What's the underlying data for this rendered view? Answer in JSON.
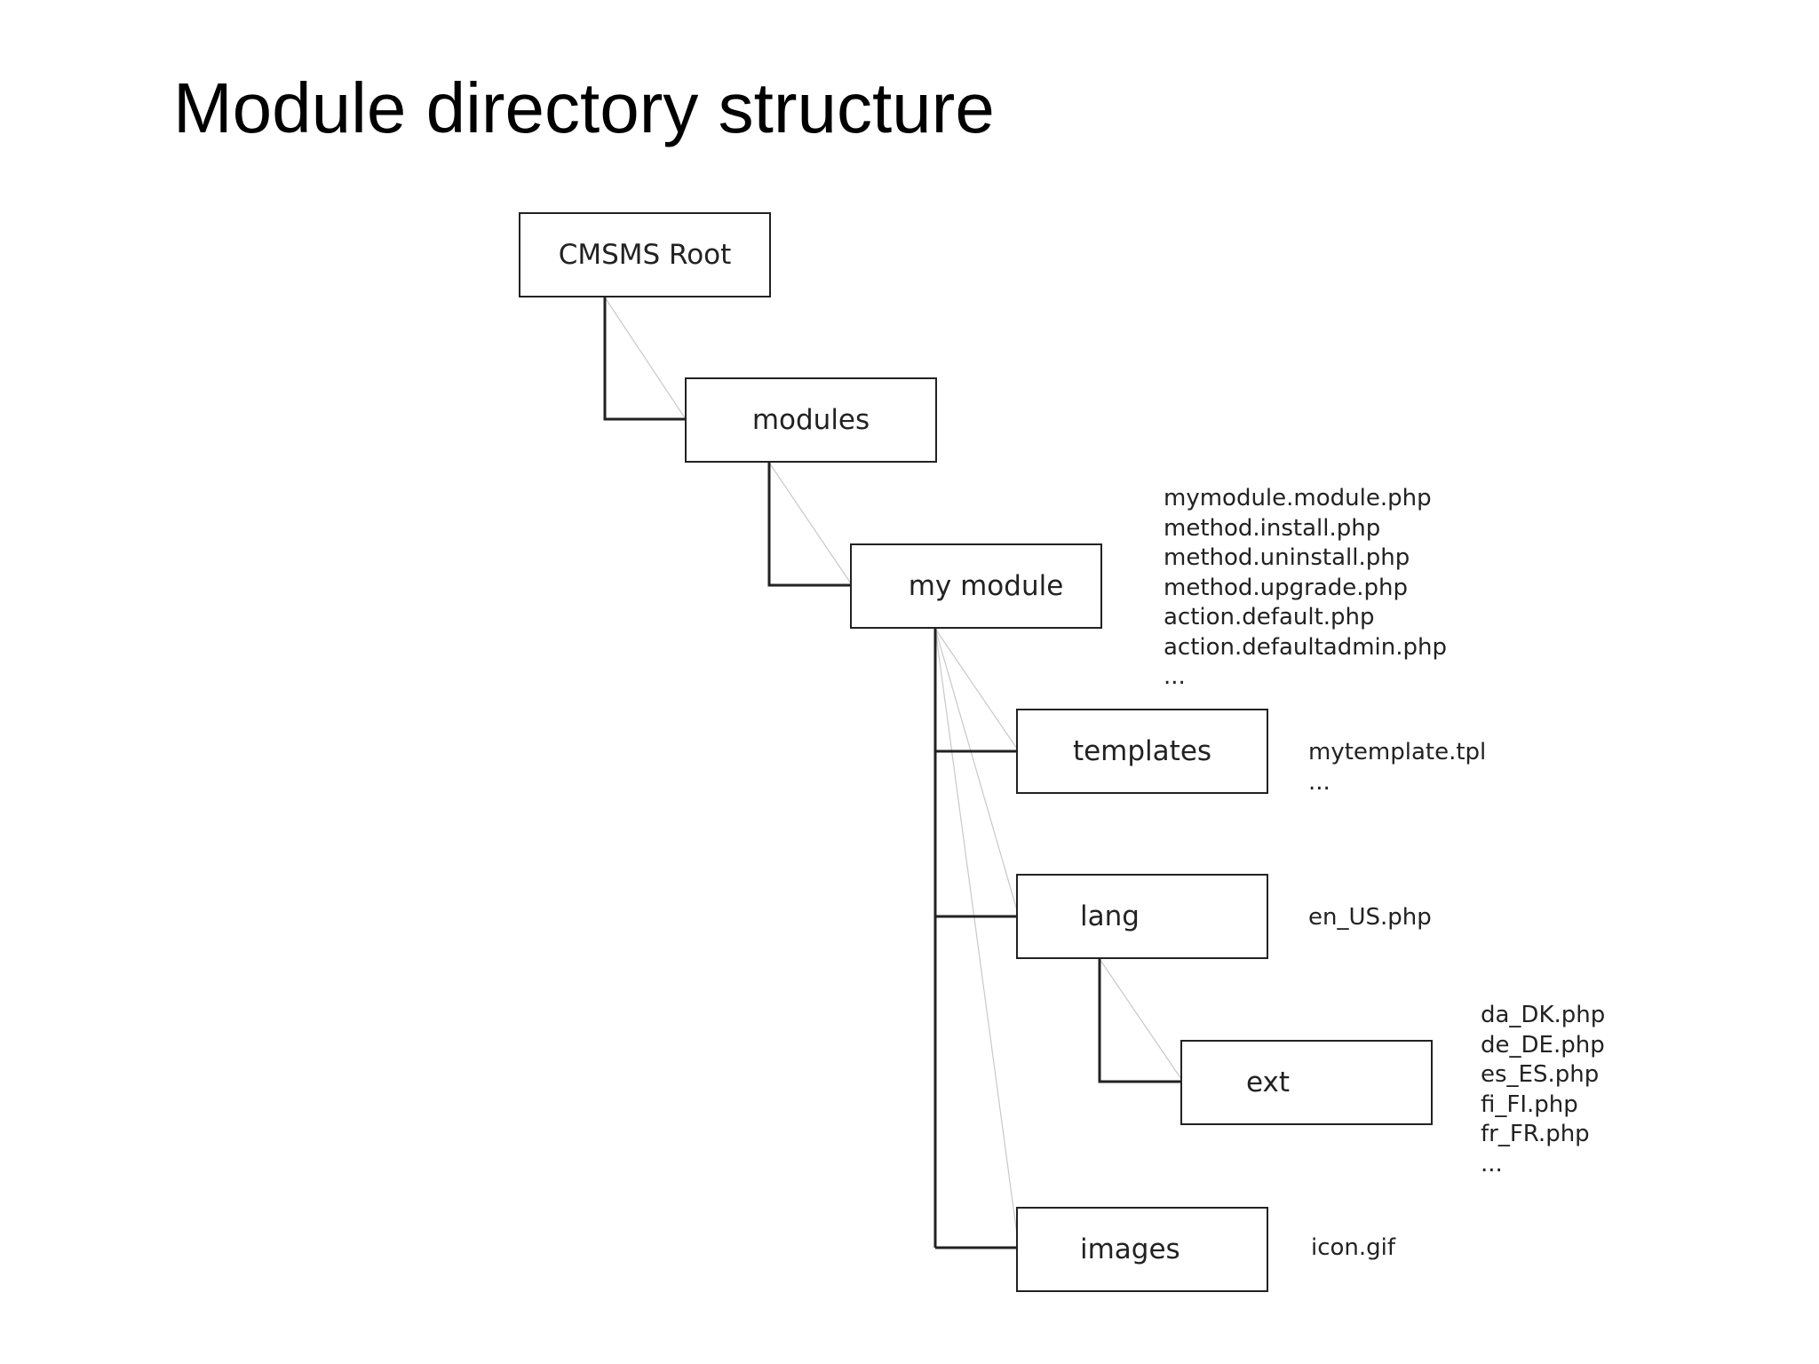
{
  "title": "Module directory structure",
  "nodes": {
    "cmsms_root": "CMSMS Root",
    "modules": "modules",
    "my_module": "my module",
    "templates": "templates",
    "lang": "lang",
    "ext": "ext",
    "images": "images"
  },
  "files": {
    "my_module": [
      "mymodule.module.php",
      "method.install.php",
      "method.uninstall.php",
      "method.upgrade.php",
      "action.default.php",
      "action.defaultadmin.php",
      "..."
    ],
    "templates": [
      "mytemplate.tpl",
      "..."
    ],
    "lang": [
      "en_US.php"
    ],
    "ext": [
      "da_DK.php",
      "de_DE.php",
      "es_ES.php",
      "fi_FI.php",
      "fr_FR.php",
      "..."
    ],
    "images": [
      "icon.gif"
    ]
  },
  "colors": {
    "line": "#222222",
    "guide": "#c8c8c8",
    "text": "#222222",
    "background": "#ffffff"
  }
}
